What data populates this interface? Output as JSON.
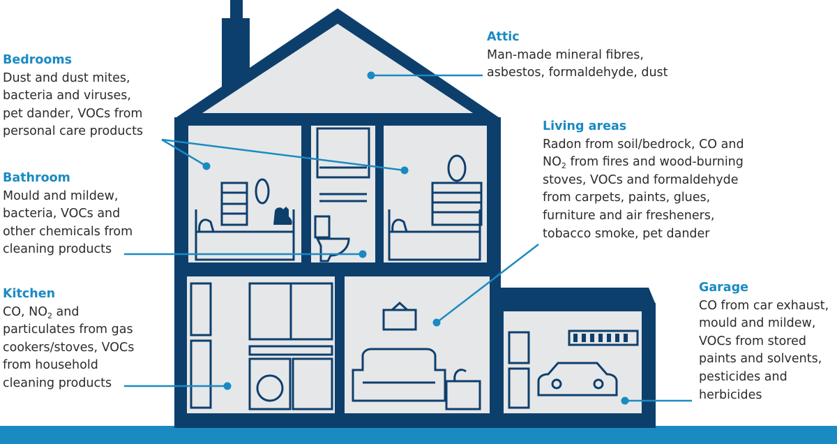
{
  "colors": {
    "navy": "#0d3f6d",
    "room": "#e6e7e8",
    "accent": "#1a8ac2",
    "ground": "#1a8ac2",
    "text": "#2b2b2b"
  },
  "callouts": {
    "attic": {
      "title": "Attic",
      "lines": [
        "Man-made mineral fibres,",
        "asbestos, formaldehyde, dust"
      ]
    },
    "bedrooms": {
      "title": "Bedrooms",
      "lines": [
        "Dust and dust mites,",
        "bacteria and viruses,",
        "pet dander, VOCs from",
        "personal care products"
      ]
    },
    "bathroom": {
      "title": "Bathroom",
      "lines": [
        "Mould and mildew,",
        "bacteria, VOCs and",
        "other chemicals from",
        "cleaning products"
      ]
    },
    "kitchen": {
      "title": "Kitchen",
      "l1_pre": "CO, NO",
      "l1_sub": "2",
      "l1_post": " and",
      "lines": [
        "particulates from gas",
        "cookers/stoves, VOCs",
        "from household",
        "cleaning products"
      ]
    },
    "living": {
      "title": "Living areas",
      "l1": "Radon from soil/bedrock, CO and",
      "l2_pre": "NO",
      "l2_sub": "2",
      "l2_post": " from fires and wood-burning",
      "lines": [
        "stoves, VOCs and formaldehyde",
        "from carpets, paints, glues,",
        "furniture and air fresheners,",
        "tobacco smoke, pet dander"
      ]
    },
    "garage": {
      "title": "Garage",
      "lines": [
        "CO from car exhaust,",
        "mould and mildew,",
        "VOCs from stored",
        "paints and solvents,",
        "pesticides and",
        "herbicides"
      ]
    }
  }
}
